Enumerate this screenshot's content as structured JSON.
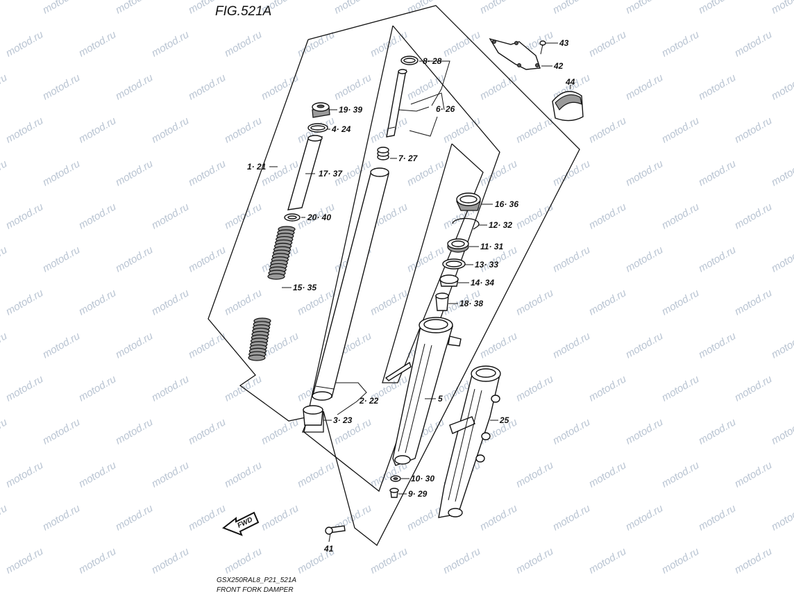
{
  "figure": {
    "title": "FIG.521A",
    "code": "GSX250RAL8_P21_521A",
    "caption": "FRONT FORK DAMPER",
    "watermark": "motod.ru",
    "fwd_label": "FWD"
  },
  "callouts": [
    {
      "id": "c-8-28",
      "text": "8· 28"
    },
    {
      "id": "c-6-26",
      "text": "6· 26"
    },
    {
      "id": "c-7-27",
      "text": "7· 27"
    },
    {
      "id": "c-19-39",
      "text": "19· 39"
    },
    {
      "id": "c-4-24",
      "text": "4· 24"
    },
    {
      "id": "c-1-21",
      "text": "1· 21"
    },
    {
      "id": "c-17-37",
      "text": "17· 37"
    },
    {
      "id": "c-20-40",
      "text": "20· 40"
    },
    {
      "id": "c-15-35",
      "text": "15· 35"
    },
    {
      "id": "c-2-22",
      "text": "2· 22"
    },
    {
      "id": "c-3-23",
      "text": "3· 23"
    },
    {
      "id": "c-16-36",
      "text": "16· 36"
    },
    {
      "id": "c-12-32",
      "text": "12· 32"
    },
    {
      "id": "c-11-31",
      "text": "11· 31"
    },
    {
      "id": "c-13-33",
      "text": "13· 33"
    },
    {
      "id": "c-14-34",
      "text": "14· 34"
    },
    {
      "id": "c-18-38",
      "text": "18· 38"
    },
    {
      "id": "c-5",
      "text": "5"
    },
    {
      "id": "c-25",
      "text": "25"
    },
    {
      "id": "c-10-30",
      "text": "10· 30"
    },
    {
      "id": "c-9-29",
      "text": "9· 29"
    },
    {
      "id": "c-41",
      "text": "41"
    },
    {
      "id": "c-43",
      "text": "43"
    },
    {
      "id": "c-42",
      "text": "42"
    },
    {
      "id": "c-44",
      "text": "44"
    }
  ]
}
